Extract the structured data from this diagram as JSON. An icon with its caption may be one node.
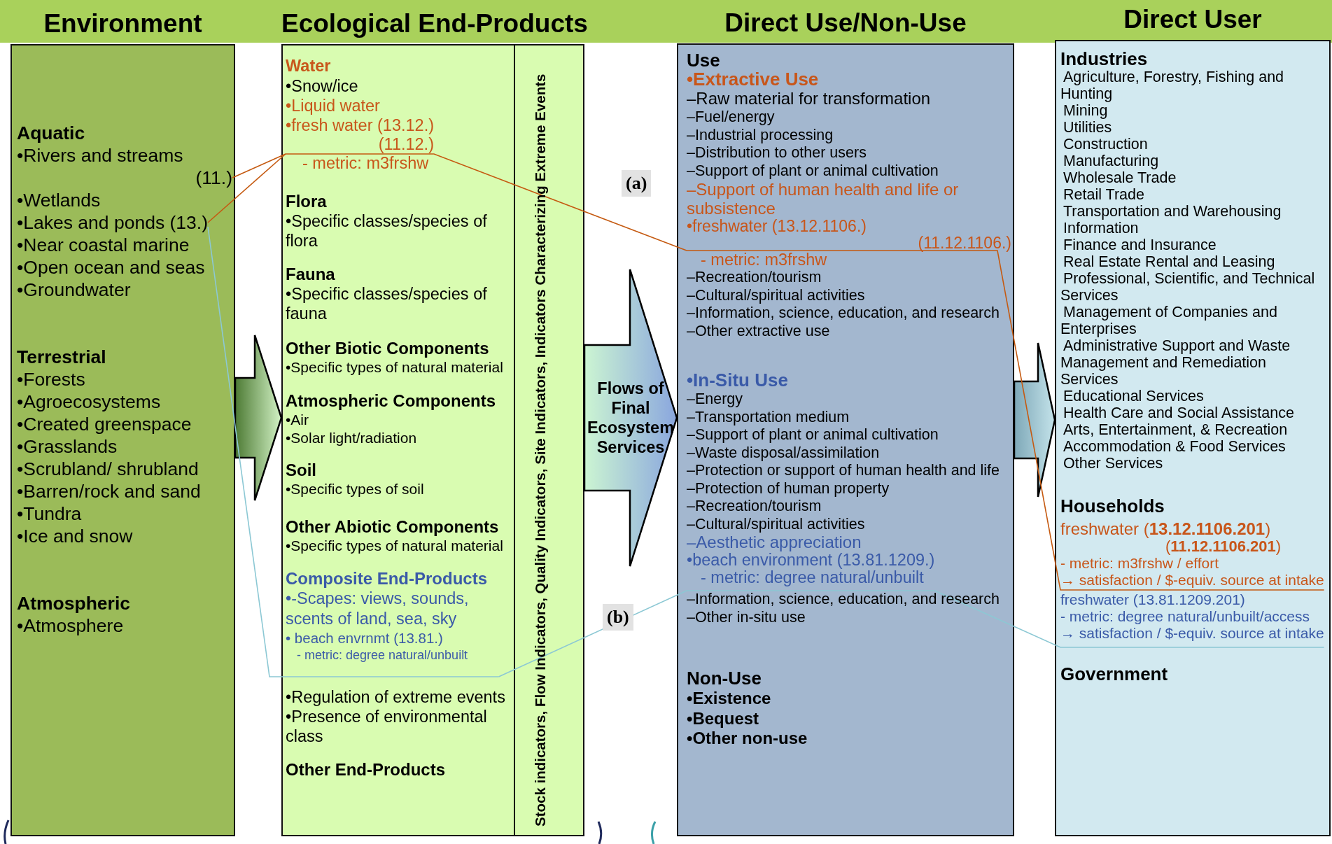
{
  "diagram": {
    "nodes": [
      {
        "text": [
          "Environment",
          "Aquatic",
          "•Rivers and streams",
          "•Wetlands",
          "•Near coastal marine",
          "•Open ocean and seas",
          "•Groundwater",
          "Terrestrial",
          "•Forests",
          "•Agroecosystems",
          "•Created greenspace",
          "•Grasslands",
          "•Scrubland/ shrubland",
          "•Barren/rock and sand",
          "•Tundra",
          "•Ice and snow",
          "Atmospheric",
          "•Atmosphere"
        ]
      },
      {
        "text": [
          "(11.)"
        ],
        "in": 0
      },
      {
        "text": [
          "•Lakes and ponds (13.)"
        ],
        "in": 0
      },
      {
        "text": [
          "Ecological End-Products",
          "Water",
          "•Snow/ice",
          "•Liquid water",
          "Flora",
          "•Specific classes/species of flora",
          "Fauna",
          "•Specific classes/species of fauna",
          "Other Biotic Components",
          "•Specific types of natural material",
          "Atmospheric Components",
          "•Air",
          "•Solar light/radiation",
          "Soil",
          "•Specific types of soil",
          "Other Abiotic Components",
          "•Specific types of natural material",
          "•Regulation of extreme events",
          "•Presence of environmental class",
          "Other End-Products"
        ]
      },
      {
        "text": [
          "•fresh water (13.12.)",
          "(11.12.)",
          "- metric: m3frshw"
        ],
        "in": 3
      },
      {
        "text": [
          "Composite End-Products",
          "•-Scapes: views, sounds, scents of land, sea, sky",
          "• beach envrnmt (13.81.)",
          "- metric: degree natural/unbuilt"
        ],
        "in": 3
      },
      {
        "text": [
          "Stock indicators, Flow Indicators, Quality Indicators, Site Indicators, Indicators Characterizing Extreme Events"
        ],
        "in": 3
      },
      {
        "text": [
          "Direct Use/Non-Use",
          "Use",
          "•Extractive Use",
          "–Raw material for transformation",
          "–Fuel/energy",
          "–Industrial processing",
          "–Distribution to other users",
          "–Support of plant or animal cultivation",
          "–Recreation/tourism",
          "–Cultural/spiritual activities",
          "–Information, science, education, and research",
          "–Other extractive use",
          "•In-Situ Use",
          "–Energy",
          "–Transportation medium",
          "–Support of plant or animal cultivation",
          "–Waste disposal/assimilation",
          "–Protection or support of human health and life",
          "–Protection of human property",
          "–Recreation/tourism",
          "–Cultural/spiritual activities",
          "–Information, science, education, and research",
          "–Other in-situ use",
          "Non-Use",
          "•Existence",
          "•Bequest",
          "•Other non-use"
        ]
      },
      {
        "text": [
          "–Support of human health and life or subsistence",
          "•freshwater (13.12.1106.)",
          "(11.12.1106.)",
          "- metric: m3frshw"
        ],
        "in": 7
      },
      {
        "text": [
          "–Aesthetic appreciation",
          "•beach environment (13.81.1209.)",
          "- metric: degree natural/unbuilt"
        ],
        "in": 7
      },
      {
        "text": [
          "Direct User",
          "Industries",
          "Agriculture, Forestry, Fishing and Hunting",
          "Mining",
          "Utilities",
          "Construction",
          "Manufacturing",
          "Wholesale Trade",
          "Retail Trade",
          "Transportation and Warehousing",
          "Information",
          "Finance and Insurance",
          "Real Estate Rental and Leasing",
          "Professional, Scientific, and Technical Services",
          "Management of Companies and Enterprises",
          "Administrative Support and Waste Management and Remediation Services",
          "Educational Services",
          "Health Care and Social Assistance",
          "Arts, Entertainment, & Recreation",
          "Accommodation & Food Services",
          "Other Services",
          "Households",
          "Government"
        ]
      },
      {
        "text": [
          "freshwater (**13.12.1106.201**)",
          "(**11.12.1106.201**)",
          "- metric: m3frshw / effort",
          "→ satisfaction / $-equiv. source at intake"
        ],
        "in": 10
      },
      {
        "text": [
          "freshwater (13.81.1209.201)",
          "- metric: degree natural/unbuilt/access",
          "→ satisfaction / $-equiv. source at intake"
        ],
        "in": 10
      }
    ],
    "edges": [
      {
        "from": 0,
        "to": 3,
        "arrow": "to",
        "style": "thick"
      },
      {
        "from": 6,
        "to": 7,
        "arrow": "to",
        "style": "thick",
        "label": "Flows of Final Ecosystem Services"
      },
      {
        "from": 7,
        "to": 10,
        "arrow": "to",
        "style": "thick"
      },
      {
        "from": 1,
        "to": 4,
        "arrow": "none",
        "color": "#c55a11"
      },
      {
        "from": 2,
        "to": 4,
        "arrow": "none",
        "color": "#c55a11"
      },
      {
        "from": 4,
        "to": 8,
        "arrow": "none",
        "color": "#c55a11"
      },
      {
        "from": 8,
        "to": 11,
        "arrow": "none",
        "color": "#c55a11"
      },
      {
        "from": 2,
        "to": 5,
        "arrow": "none",
        "color": "#8cc8d4"
      },
      {
        "from": 5,
        "to": 9,
        "arrow": "none",
        "color": "#8cc8d4"
      },
      {
        "from": 9,
        "to": 12,
        "arrow": "none",
        "color": "#8cc8d4"
      }
    ],
    "labels": [
      "(a)",
      "(b)"
    ]
  }
}
